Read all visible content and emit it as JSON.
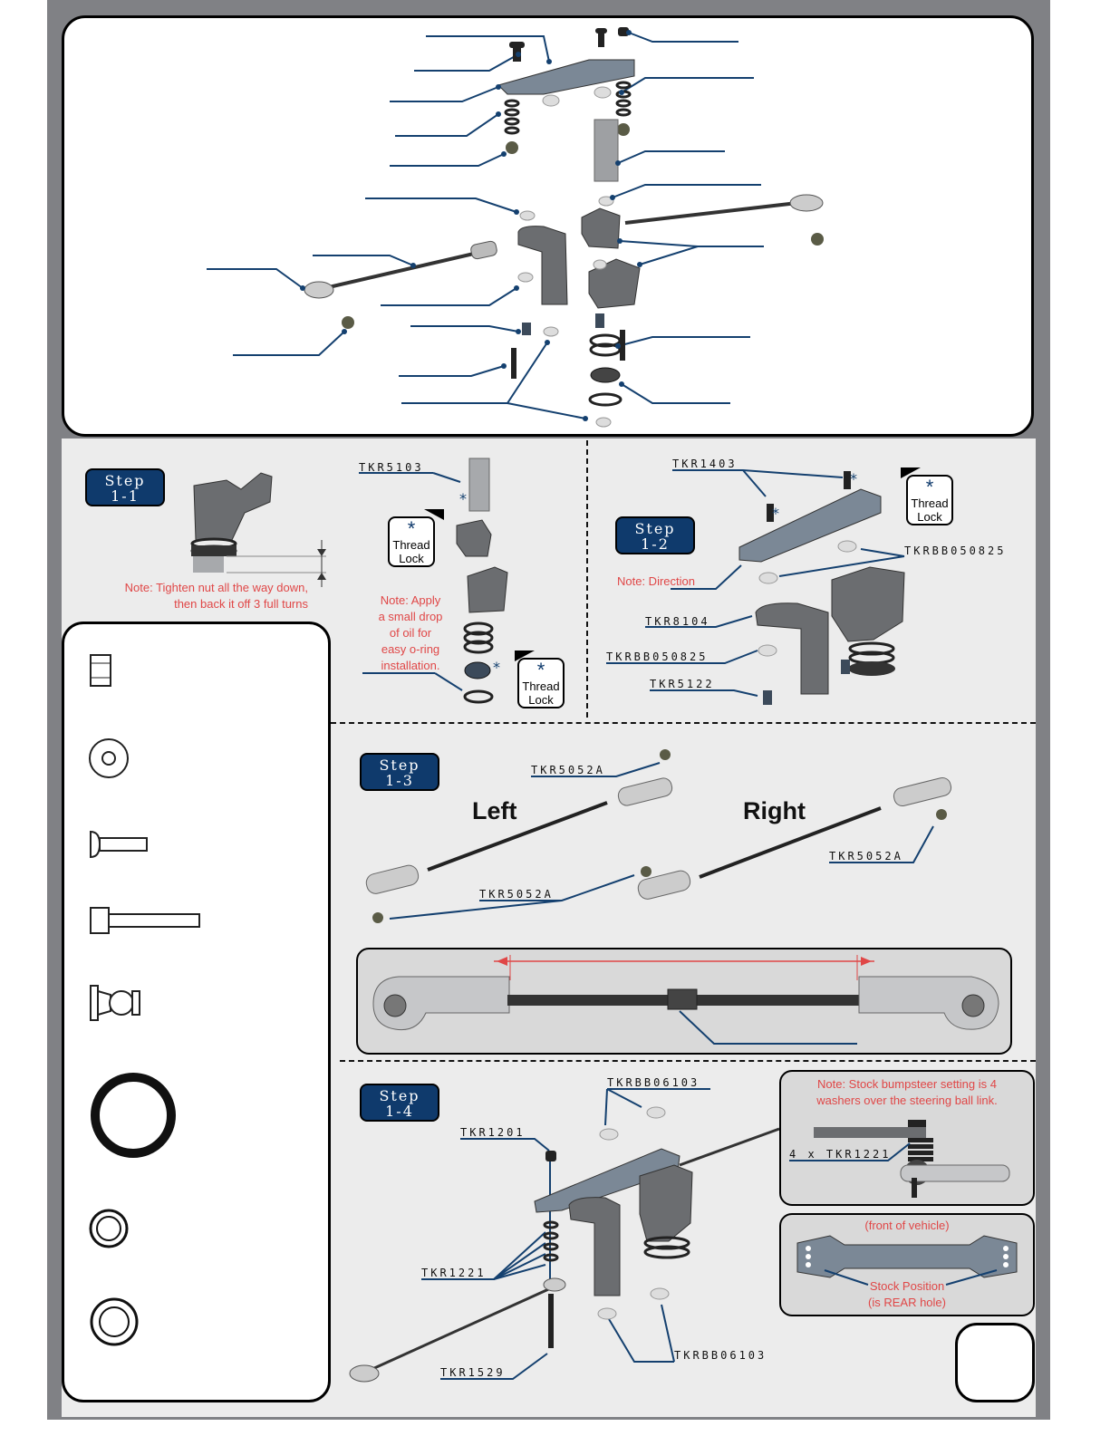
{
  "step1": {
    "label_word": "Step",
    "label_num": "1-1"
  },
  "step2": {
    "label_word": "Step",
    "label_num": "1-2"
  },
  "step3": {
    "label_word": "Step",
    "label_num": "1-3"
  },
  "step4": {
    "label_word": "Step",
    "label_num": "1-4"
  },
  "notes": {
    "tighten_line1": "Note: Tighten nut all the way down,",
    "tighten_line2": "then back it off 3 full turns",
    "apply_line1": "Note: Apply",
    "apply_line2": "a small drop",
    "apply_line3": "of oil for",
    "apply_line4": "easy o-ring",
    "apply_line5": "installation.",
    "direction": "Note: Direction",
    "bumpsteer_line1": "Note: Stock bumpsteer setting is 4",
    "bumpsteer_line2": "washers over the steering ball link.",
    "front": "(front of vehicle)",
    "stock_line1": "Stock Position",
    "stock_line2": "(is REAR hole)"
  },
  "thread_lock": {
    "symbol": "*",
    "line1": "Thread",
    "line2": "Lock"
  },
  "parts": {
    "tkr5103": "TKR5103",
    "tkr1403": "TKR1403",
    "tkrbb050825_a": "TKRBB050825",
    "tkr8104": "TKR8104",
    "tkrbb050825_b": "TKRBB050825",
    "tkr5122": "TKR5122",
    "tkr5052a_a": "TKR5052A",
    "tkr5052a_b": "TKR5052A",
    "tkr5052a_c": "TKR5052A",
    "tkrbb06103_a": "TKRBB06103",
    "tkr1201": "TKR1201",
    "tkr1221": "TKR1221",
    "tkr1221_inset": "4 x TKR1221",
    "tkr1529": "TKR1529",
    "tkrbb06103_b": "TKRBB06103"
  },
  "labels": {
    "left": "Left",
    "right": "Right"
  },
  "colors": {
    "frame": "#808185",
    "step_blue": "#0f3a6c",
    "note_red": "#e04747",
    "arrow_blue": "#14406f"
  },
  "icons": [
    "nut-icon",
    "washer-icon",
    "button-head-screw-icon",
    "cap-screw-icon",
    "ball-stud-icon",
    "o-ring-icon",
    "bearing-icon",
    "bearing-icon"
  ]
}
